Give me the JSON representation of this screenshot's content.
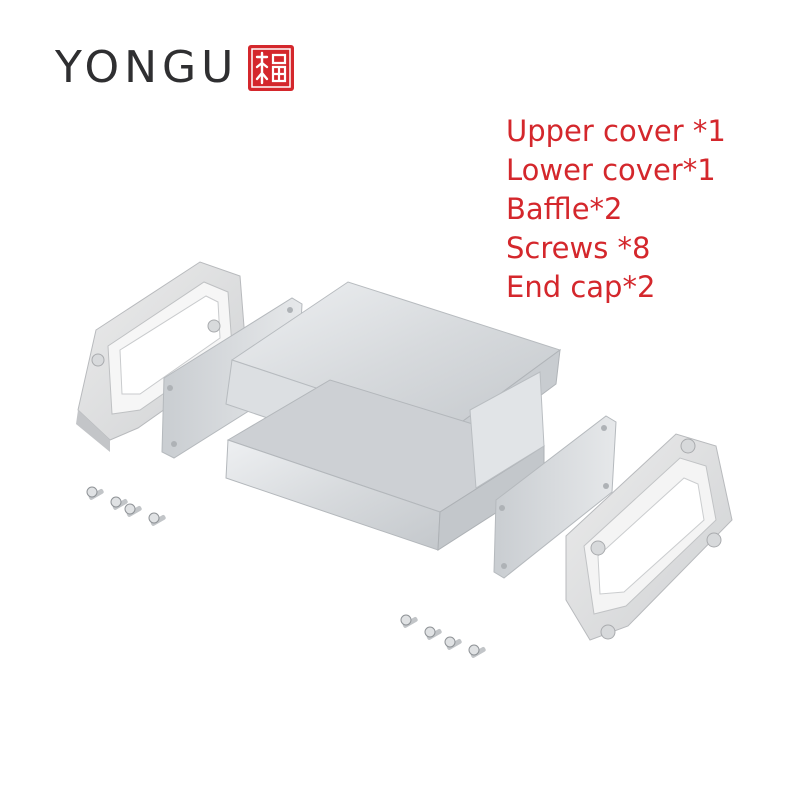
{
  "brand": {
    "name": "YONGU",
    "seal_icon": "yongu-seal-logo",
    "seal_color": "#d4272c"
  },
  "parts_list": [
    "Upper cover *1",
    "Lower cover*1",
    "Baffle*2",
    "Screws *8",
    "End cap*2"
  ],
  "colors": {
    "text_accent": "#d4272c",
    "brand_text": "#2f2f31",
    "aluminum": "#d9dcdf",
    "plastic": "#e6e7e8"
  }
}
